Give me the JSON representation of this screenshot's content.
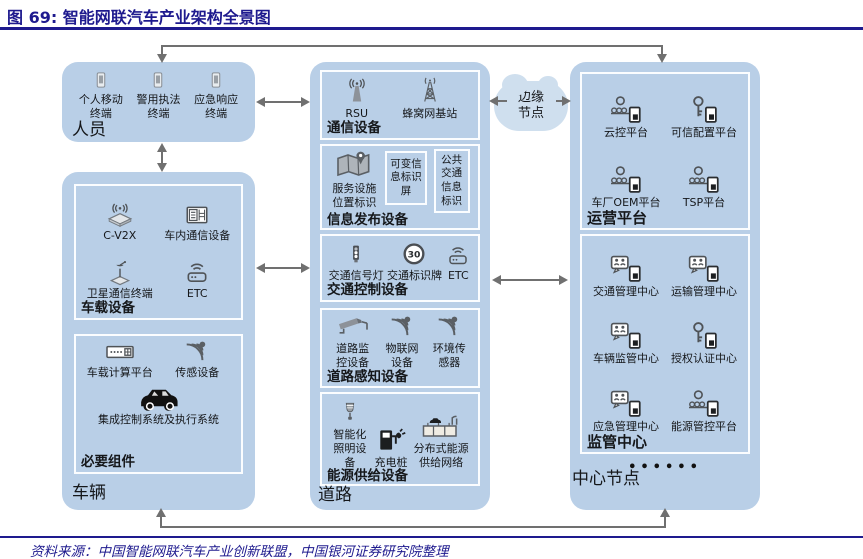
{
  "title": "图 69: 智能网联汽车产业架构全景图",
  "source": "资料来源：中国智能网联汽车产业创新联盟，中国银河证券研究院整理",
  "colors": {
    "box_fill": "#b9cfe7",
    "cloud_fill": "#cfdfee",
    "accent_navy": "#1e1a8e",
    "arrow_gray": "#707070"
  },
  "edge_node": {
    "label": "边缘节点"
  },
  "person": {
    "label": "人员",
    "items": [
      {
        "label": "个人移动终端",
        "icon": "phone-icon"
      },
      {
        "label": "警用执法终端",
        "icon": "phone-icon"
      },
      {
        "label": "应急响应终端",
        "icon": "phone-icon"
      }
    ]
  },
  "vehicle": {
    "label": "车辆",
    "sections": [
      {
        "label": "车载设备",
        "items": [
          {
            "label": "C-V2X",
            "icon": "cv2x-unit-icon"
          },
          {
            "label": "车内通信设备",
            "icon": "comm-panel-icon"
          },
          {
            "label": "卫星通信终端",
            "icon": "satellite-terminal-icon"
          },
          {
            "label": "ETC",
            "icon": "router-wifi-icon"
          }
        ]
      },
      {
        "label": "必要组件",
        "items": [
          {
            "label": "车载计算平台",
            "icon": "onboard-computer-icon"
          },
          {
            "label": "传感设备",
            "icon": "sensor-wave-icon"
          },
          {
            "label": "集成控制系统及执行系统",
            "icon": "car-icon"
          }
        ]
      }
    ]
  },
  "road": {
    "label": "道路",
    "sections": [
      {
        "label": "通信设备",
        "items": [
          {
            "label": "RSU",
            "icon": "rsu-antenna-icon"
          },
          {
            "label": "蜂窝网基站",
            "icon": "cell-tower-icon"
          }
        ]
      },
      {
        "label": "信息发布设备",
        "items": [
          {
            "label": "服务设施位置标识",
            "icon": "map-location-icon"
          },
          {
            "label": "可变信息标识屏"
          },
          {
            "label": "公共交通信息标识"
          }
        ]
      },
      {
        "label": "交通控制设备",
        "items": [
          {
            "label": "交通信号灯",
            "icon": "traffic-light-icon"
          },
          {
            "label": "交通标识牌",
            "icon": "speed-sign-30-icon"
          },
          {
            "label": "ETC",
            "icon": "router-wifi-icon"
          }
        ]
      },
      {
        "label": "道路感知设备",
        "items": [
          {
            "label": "道路监控设备",
            "icon": "cctv-camera-icon"
          },
          {
            "label": "物联网设备",
            "icon": "sensor-wave-icon"
          },
          {
            "label": "环境传感器",
            "icon": "sensor-wave-icon"
          }
        ]
      },
      {
        "label": "能源供给设备",
        "items": [
          {
            "label": "智能化照明设备",
            "icon": "smart-lamp-icon"
          },
          {
            "label": "充电桩",
            "icon": "charging-pile-icon"
          },
          {
            "label": "分布式能源供给网络",
            "icon": "energy-grid-icon"
          }
        ]
      }
    ]
  },
  "center": {
    "label": "中心节点",
    "dots": "••••••",
    "sections": [
      {
        "label": "运营平台",
        "items": [
          {
            "label": "云控平台",
            "icon": "people-platform-icon"
          },
          {
            "label": "可信配置平台",
            "icon": "key-platform-icon"
          },
          {
            "label": "车厂OEM平台",
            "icon": "people-platform-icon"
          },
          {
            "label": "TSP平台",
            "icon": "people-platform-icon"
          }
        ]
      },
      {
        "label": "监管中心",
        "items": [
          {
            "label": "交通管理中心",
            "icon": "chat-platform-icon"
          },
          {
            "label": "运输管理中心",
            "icon": "chat-platform-icon"
          },
          {
            "label": "车辆监管中心",
            "icon": "chat-platform-icon"
          },
          {
            "label": "授权认证中心",
            "icon": "key-platform-icon"
          },
          {
            "label": "应急管理中心",
            "icon": "chat-platform-icon"
          },
          {
            "label": "能源管控平台",
            "icon": "people-platform-icon"
          }
        ]
      }
    ]
  }
}
